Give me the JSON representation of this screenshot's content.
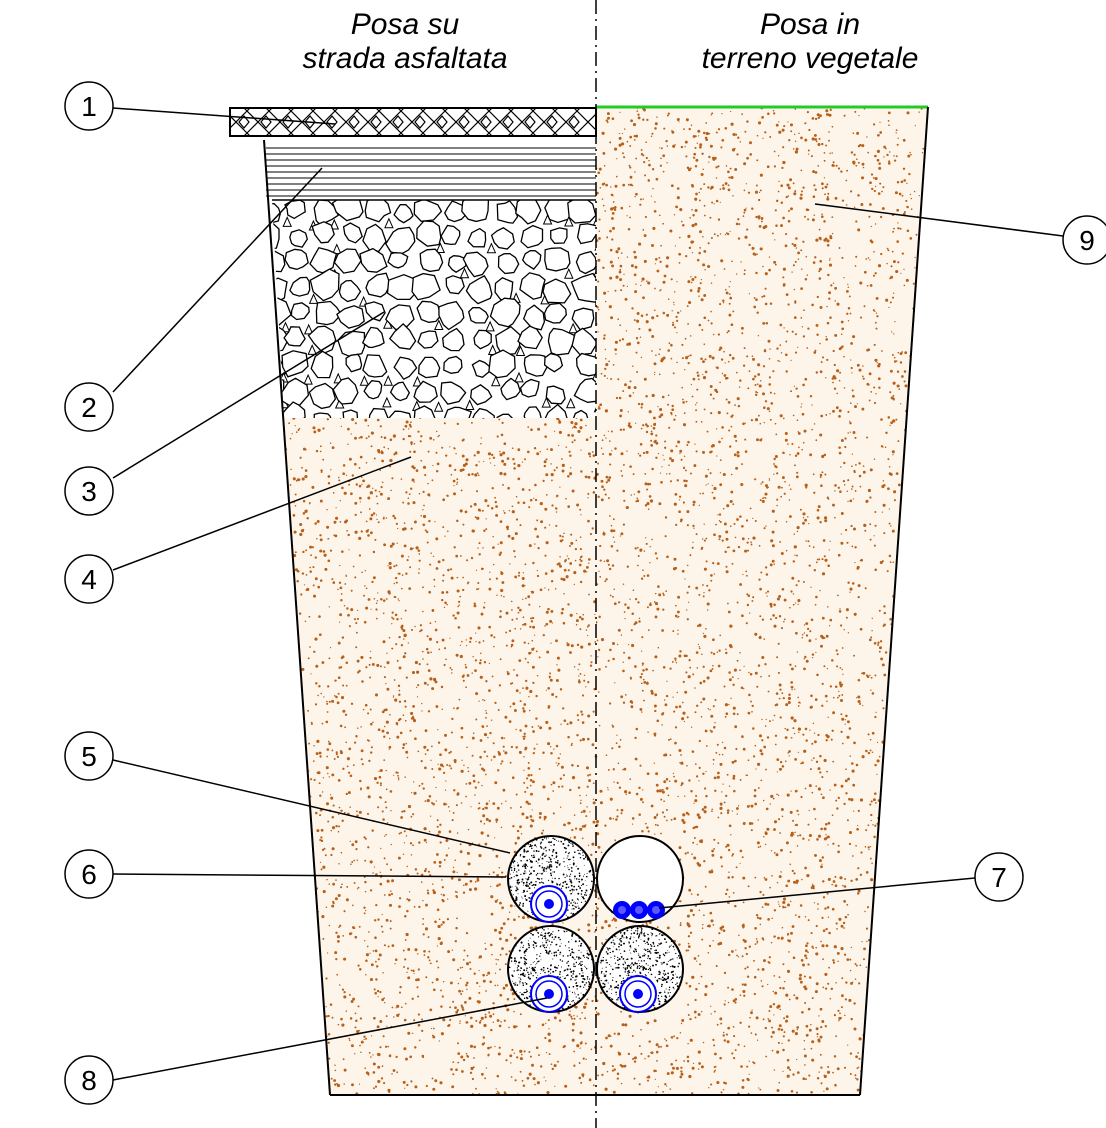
{
  "headers": {
    "left": {
      "line1": "Posa su",
      "line2": "strada asfaltata"
    },
    "right": {
      "line1": "Posa in",
      "line2": "terreno vegetale"
    }
  },
  "callouts": [
    "1",
    "2",
    "3",
    "4",
    "5",
    "6",
    "7",
    "8",
    "9"
  ],
  "colors": {
    "soil_dots": "#b8601a",
    "grass": "#22cc22",
    "cable": "#0000ff",
    "outline": "#000000"
  }
}
